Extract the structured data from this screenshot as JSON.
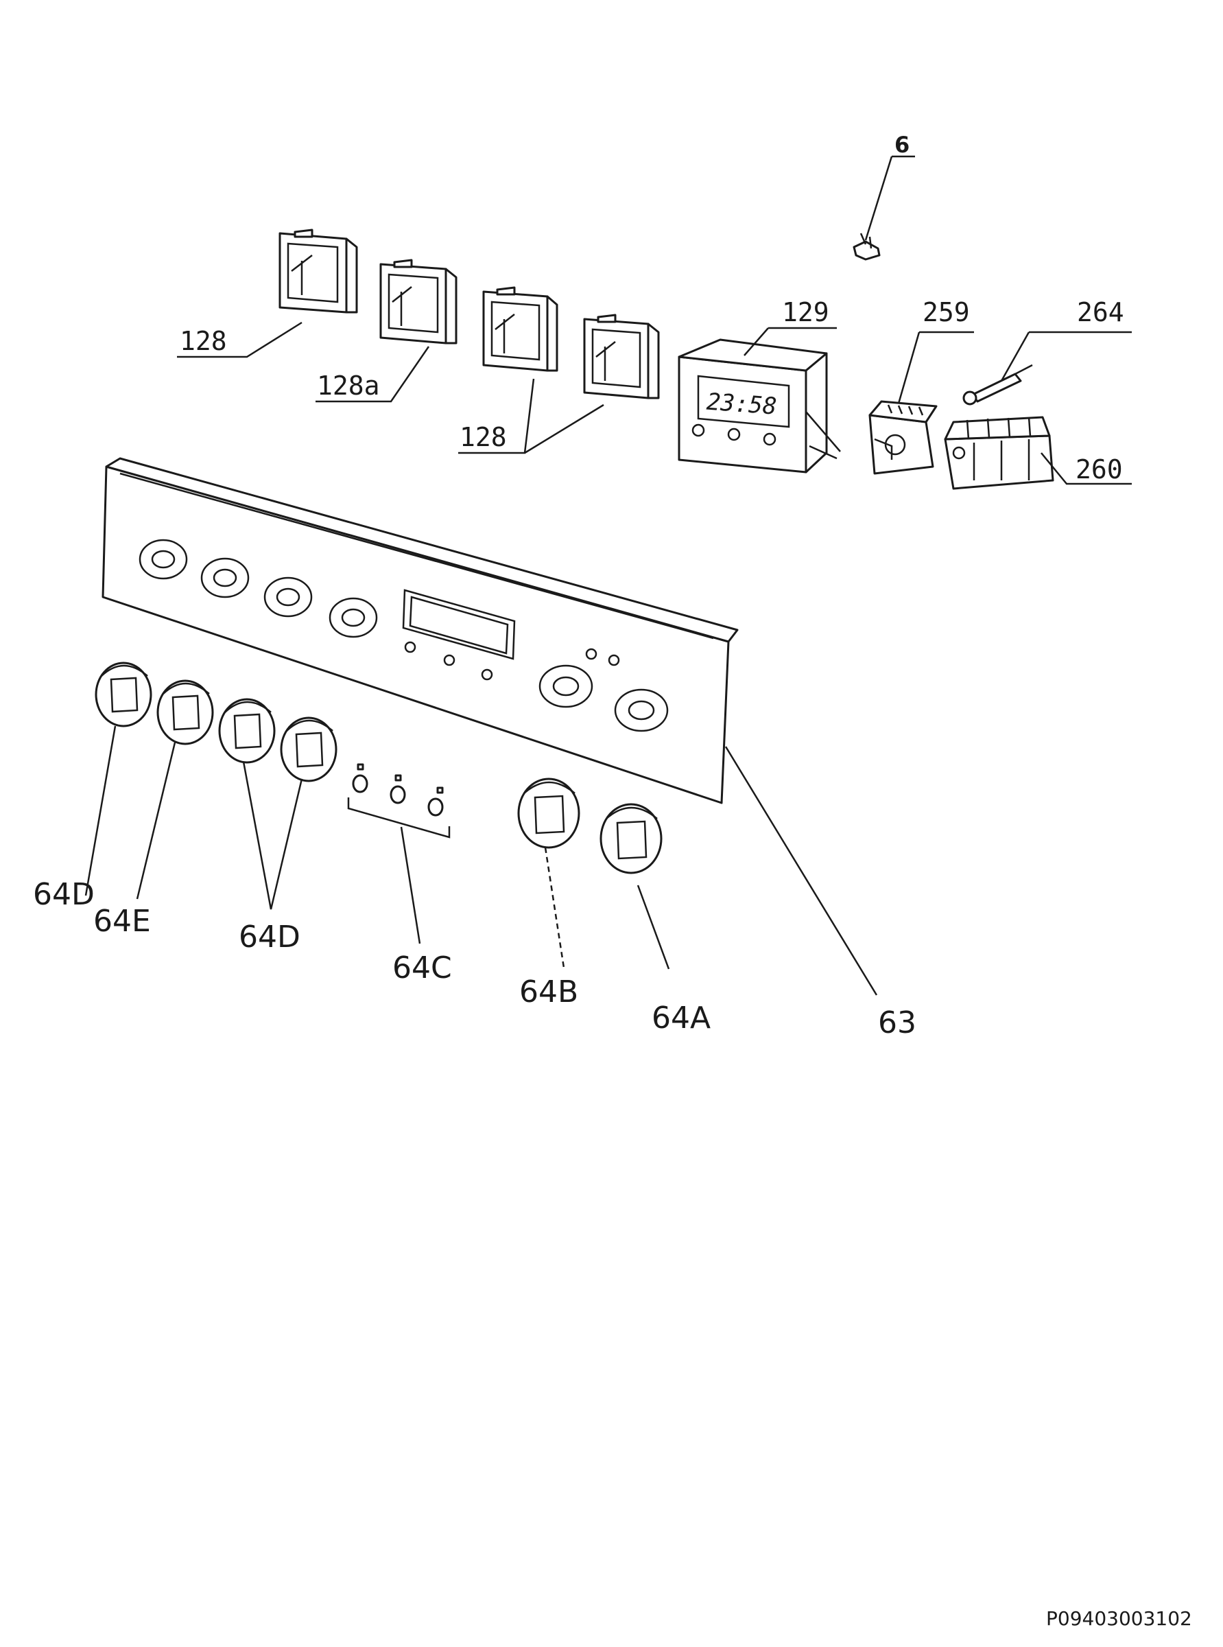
{
  "diagram": {
    "labels": {
      "p6": "6",
      "p128_left": "128",
      "p128a": "128a",
      "p128_mid": "128",
      "p129": "129",
      "p259": "259",
      "p264": "264",
      "p260": "260",
      "p64D_left": "64D",
      "p64E": "64E",
      "p64D_mid": "64D",
      "p64C": "64C",
      "p64B": "64B",
      "p64A": "64A",
      "p63": "63"
    },
    "timer_display": "23:58",
    "document_id": "P09403003102"
  }
}
